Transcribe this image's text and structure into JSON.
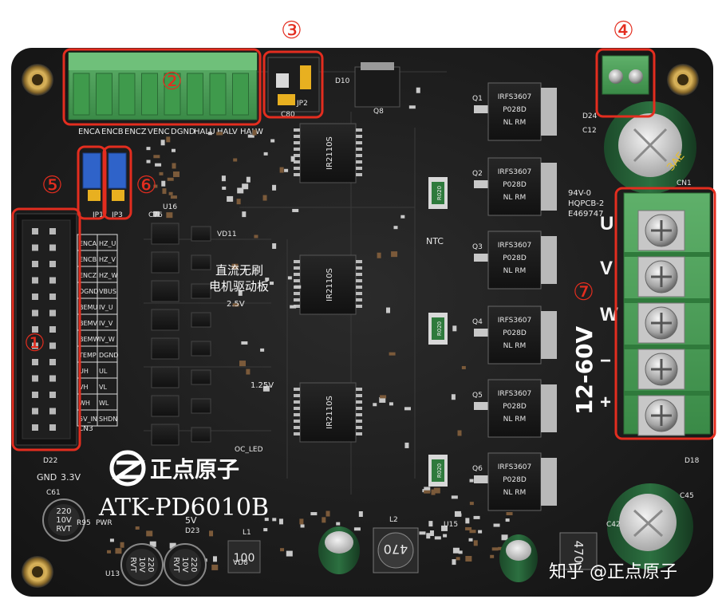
{
  "board": {
    "model": "ATK-PD6010B",
    "brand": "正点原子",
    "title_line1": "直流无刷",
    "title_line2": "电机驱动板",
    "voltage": "12-60V",
    "watermark": "知乎 @正点原子",
    "cert_lines": [
      "94V-0",
      "HQPCB-2",
      "E469747"
    ]
  },
  "callouts": [
    "①",
    "②",
    "③",
    "④",
    "⑤",
    "⑥",
    "⑦"
  ],
  "connector_pins": {
    "hall": [
      "ENCA",
      "ENCB",
      "ENCZ",
      "VENC",
      "DGND",
      "HALU",
      "HALV",
      "HALW"
    ],
    "power": [
      "U",
      "V",
      "W",
      "−",
      "+"
    ]
  },
  "header_table": [
    [
      "ENCA",
      "HZ_U"
    ],
    [
      "ENCB",
      "HZ_V"
    ],
    [
      "ENCZ",
      "HZ_W"
    ],
    [
      "DGND",
      "VBUS"
    ],
    [
      "BEMU",
      "IV_U"
    ],
    [
      "BEMV",
      "IV_V"
    ],
    [
      "BEMW",
      "IV_W"
    ],
    [
      "TEMP",
      "DGND"
    ],
    [
      "UH",
      "UL"
    ],
    [
      "VH",
      "VL"
    ],
    [
      "WH",
      "WL"
    ],
    [
      "5V_IN",
      "SHDN"
    ]
  ],
  "parts": {
    "jumpers": [
      "JP1",
      "JP3",
      "JP2"
    ],
    "cn": [
      "CN3",
      "CN1"
    ],
    "d22": "D22",
    "gnd": "GND",
    "v33": "3.3V",
    "v5": "5V",
    "v25": "2.5V",
    "v125": "1.25V",
    "ntc": "NTC",
    "ocled": "OC_LED",
    "mosfets": [
      "Q1",
      "Q2",
      "Q3",
      "Q4",
      "Q5",
      "Q6"
    ],
    "mosfet_text": [
      "IRFS3607",
      "P028D",
      "NL RM"
    ],
    "shunts": [
      "R020",
      "R020",
      "R020"
    ],
    "ics": [
      "IR2110S",
      "IR2110S",
      "IR2110S"
    ],
    "caps": [
      {
        "l1": "220",
        "l2": "10V",
        "l3": "RVT"
      },
      {
        "l1": "220",
        "l2": "10V",
        "l3": "RVT"
      },
      {
        "l1": "220",
        "l2": "10V",
        "l3": "RVT"
      }
    ],
    "inductors": [
      "100",
      "470",
      "470"
    ],
    "misc": [
      "C61",
      "C42",
      "C45",
      "C12",
      "D24",
      "D18",
      "D23",
      "L1",
      "L2",
      "U13",
      "U16",
      "U15",
      "Q8",
      "D10",
      "C80",
      "C76",
      "VD11",
      "VD8",
      "PWR",
      "R95"
    ]
  }
}
